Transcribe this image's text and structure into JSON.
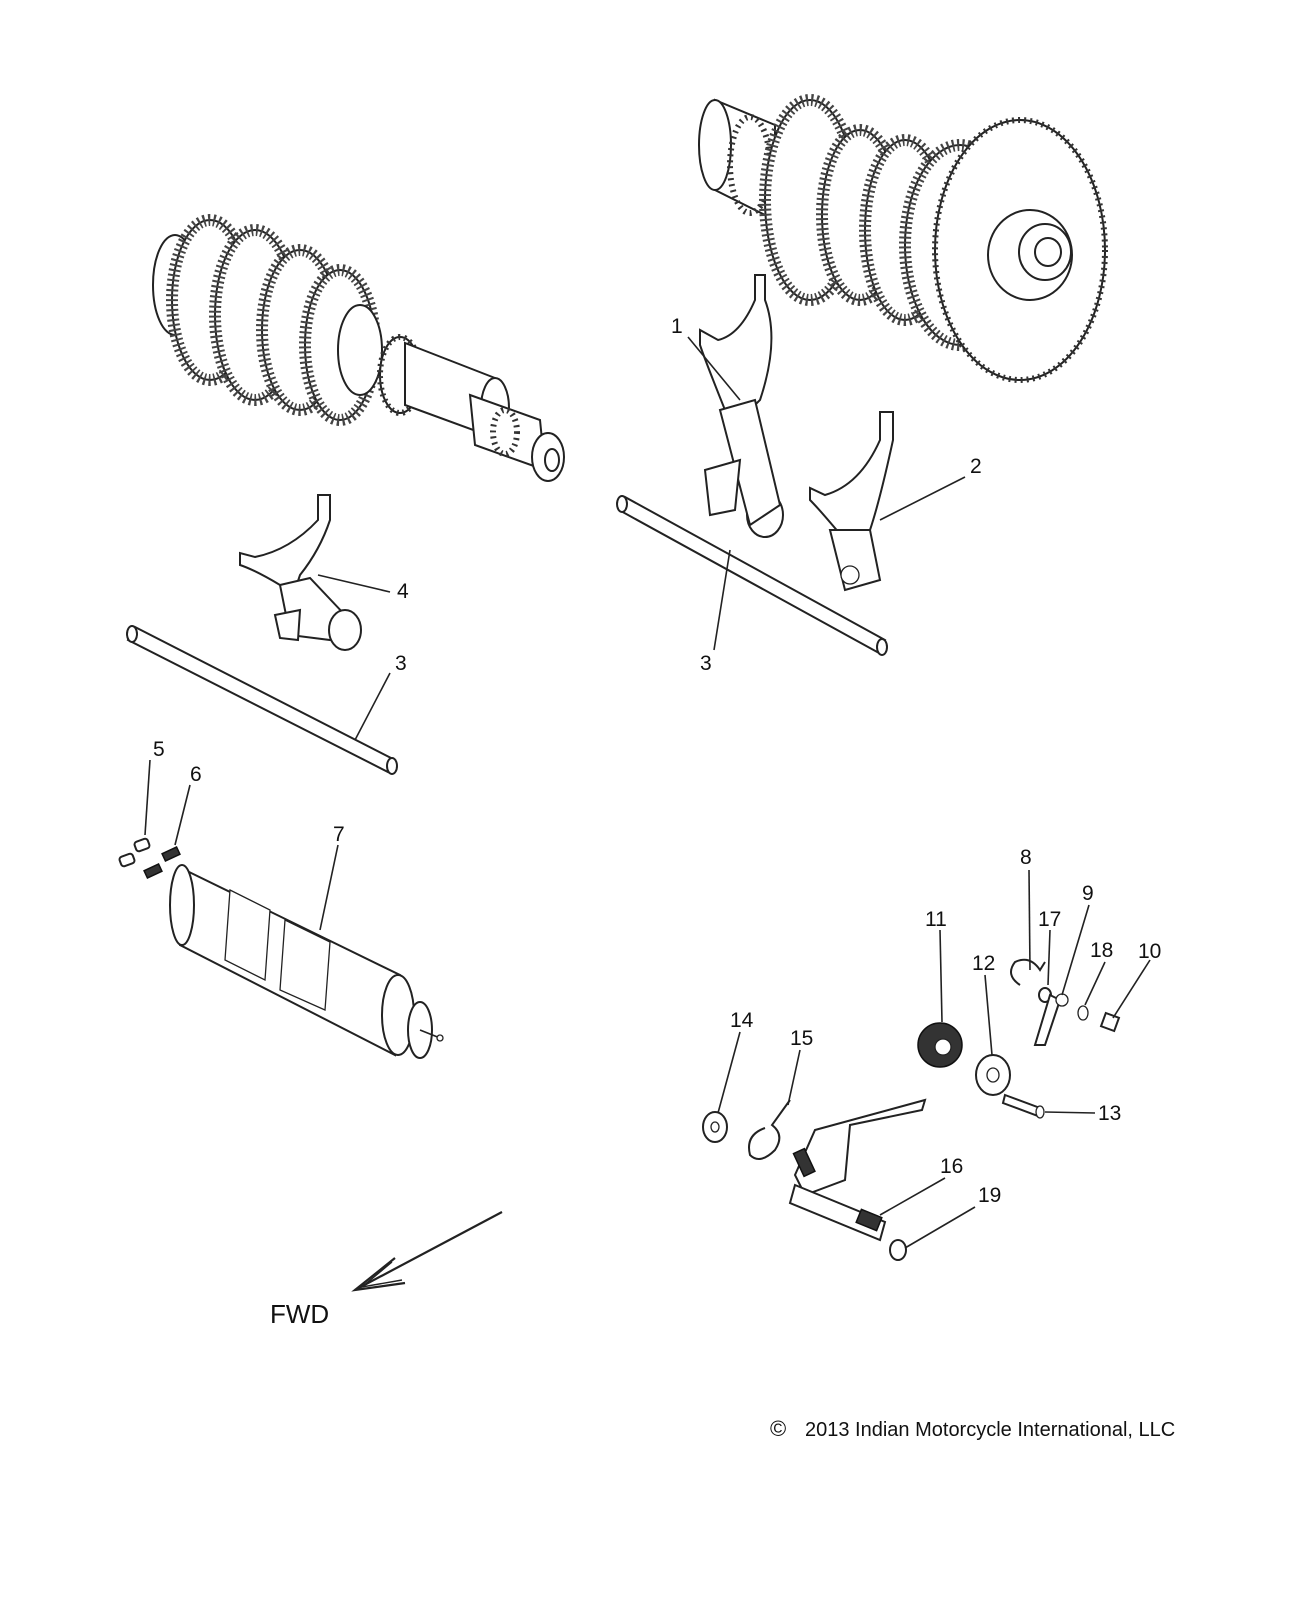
{
  "callouts": [
    {
      "id": "1",
      "label": "1"
    },
    {
      "id": "2",
      "label": "2"
    },
    {
      "id": "3a",
      "label": "3"
    },
    {
      "id": "3b",
      "label": "3"
    },
    {
      "id": "4",
      "label": "4"
    },
    {
      "id": "5",
      "label": "5"
    },
    {
      "id": "6",
      "label": "6"
    },
    {
      "id": "7",
      "label": "7"
    },
    {
      "id": "8",
      "label": "8"
    },
    {
      "id": "9",
      "label": "9"
    },
    {
      "id": "10",
      "label": "10"
    },
    {
      "id": "11",
      "label": "11"
    },
    {
      "id": "12",
      "label": "12"
    },
    {
      "id": "13",
      "label": "13"
    },
    {
      "id": "14",
      "label": "14"
    },
    {
      "id": "15",
      "label": "15"
    },
    {
      "id": "16",
      "label": "16"
    },
    {
      "id": "17",
      "label": "17"
    },
    {
      "id": "18",
      "label": "18"
    },
    {
      "id": "19",
      "label": "19"
    }
  ],
  "direction_label": "FWD",
  "copyright": {
    "symbol": "©",
    "text": "2013 Indian Motorcycle International, LLC"
  }
}
